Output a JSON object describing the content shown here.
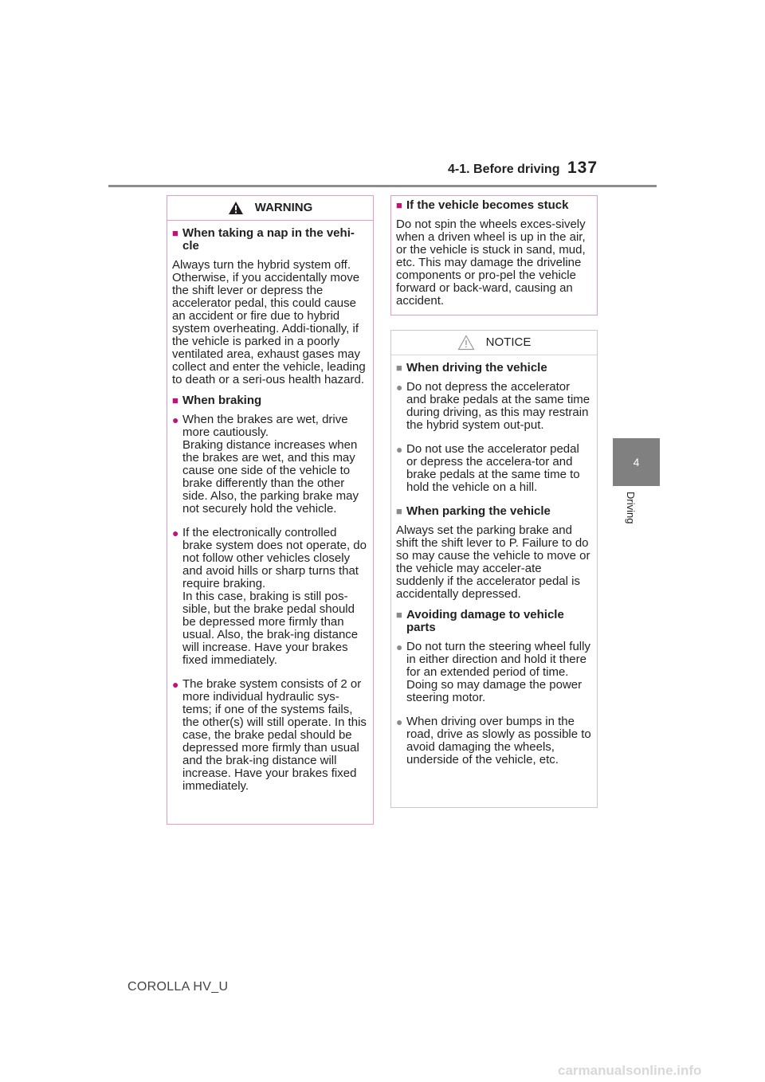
{
  "header": {
    "section": "4-1. Before driving",
    "page_number": "137"
  },
  "side_tab": {
    "number": "4",
    "label": "Driving"
  },
  "warning": {
    "heading": "WARNING",
    "sections": [
      {
        "title": "When taking a nap in the vehi-cle",
        "paragraph": "Always turn the hybrid system off. Otherwise, if you accidentally move the shift lever or depress the accelerator pedal, this could cause an accident or fire due to hybrid system overheating. Addi-tionally, if the vehicle is parked in a poorly ventilated area, exhaust gases may collect and enter the vehicle, leading to death or a seri-ous health hazard."
      },
      {
        "title": "When braking",
        "bullets": [
          "When the brakes are wet, drive more cautiously.\nBraking distance increases when the brakes are wet, and this may cause one side of the vehicle to brake differently than the other side. Also, the parking brake may not securely hold the vehicle.",
          "If the electronically controlled brake system does not operate, do not follow other vehicles closely and avoid hills or sharp turns that require braking.\nIn this case, braking is still pos-sible, but the brake pedal should be depressed more firmly than usual. Also, the brak-ing distance will increase. Have your brakes fixed immediately.",
          "The brake system consists of 2 or more individual hydraulic sys-tems; if one of the systems fails, the other(s) will still operate. In this case, the brake pedal should be depressed more firmly than usual and the brak-ing distance will increase. Have your brakes fixed immediately."
        ]
      }
    ]
  },
  "stuck": {
    "title": "If the vehicle becomes stuck",
    "paragraph": "Do not spin the wheels exces-sively when a driven wheel is up in the air, or the vehicle is stuck in sand, mud, etc. This may damage the driveline components or pro-pel the vehicle forward or back-ward, causing an accident."
  },
  "notice": {
    "heading": "NOTICE",
    "sections": [
      {
        "title": "When driving the vehicle",
        "bullets": [
          "Do not depress the accelerator and brake pedals at the same time during driving, as this may restrain the hybrid system out-put.",
          "Do not use the accelerator pedal or depress the accelera-tor and brake pedals at the same time to hold the vehicle on a hill."
        ]
      },
      {
        "title": "When parking the vehicle",
        "paragraph": "Always set the parking brake and shift the shift lever to P. Failure to do so may cause the vehicle to move or the vehicle may acceler-ate suddenly if the accelerator pedal is accidentally depressed."
      },
      {
        "title": "Avoiding damage to vehicle parts",
        "bullets": [
          "Do not turn the steering wheel fully in either direction and hold it there for an extended period of time.\nDoing so may damage the power steering motor.",
          "When driving over bumps in the road, drive as slowly as possible to avoid damaging the wheels, underside of the vehicle, etc."
        ]
      }
    ]
  },
  "footer": {
    "model": "COROLLA HV_U"
  },
  "watermark": "carmanualsonline.info",
  "colors": {
    "warning_border": "#e69ac4",
    "warning_marker": "#c2127a",
    "tab_gray": "#808080"
  }
}
